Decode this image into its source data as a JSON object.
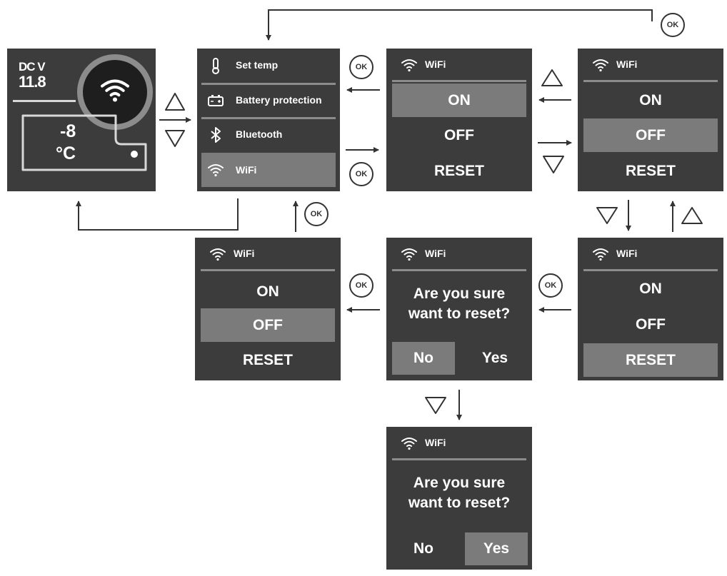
{
  "home": {
    "voltage_label": "DC V",
    "voltage_value": "11.8",
    "temp_value": "-8",
    "temp_unit": "°C"
  },
  "menu": {
    "items": [
      {
        "label": "Set temp",
        "icon": "thermometer-icon"
      },
      {
        "label": "Battery protection",
        "icon": "battery-icon"
      },
      {
        "label": "Bluetooth",
        "icon": "bluetooth-icon"
      },
      {
        "label": "WiFi",
        "icon": "wifi-icon"
      }
    ],
    "selected": "WiFi"
  },
  "wifi_screen": {
    "title": "WiFi",
    "options": [
      "ON",
      "OFF",
      "RESET"
    ]
  },
  "confirm_screen": {
    "title": "WiFi",
    "question_line1": "Are you sure",
    "question_line2": "want to reset?",
    "no_label": "No",
    "yes_label": "Yes"
  },
  "screen_states": [
    {
      "id": "wifi-on",
      "selected": "ON"
    },
    {
      "id": "wifi-off",
      "selected": "OFF"
    },
    {
      "id": "wifi-reset",
      "selected": "RESET"
    },
    {
      "id": "wifi-off-result",
      "selected": "OFF"
    },
    {
      "id": "confirm-no",
      "selected": "No"
    },
    {
      "id": "confirm-yes",
      "selected": "Yes"
    }
  ],
  "controls": {
    "ok_label": "OK",
    "up": "up-triangle-icon",
    "down": "down-triangle-icon"
  },
  "colors": {
    "screen_bg": "#3c3c3c",
    "selection_bg": "#7b7b7b",
    "divider": "#8c8c8c",
    "text": "#ffffff",
    "line": "#333333"
  }
}
